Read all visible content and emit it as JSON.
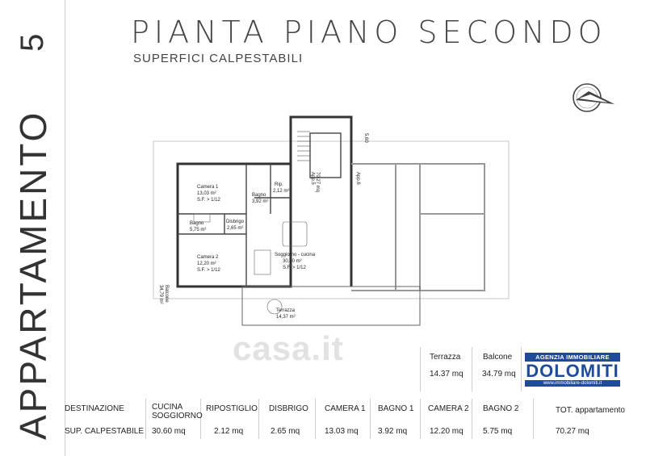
{
  "side": {
    "apartment_number": "5",
    "apartment_label": "APPARTAMENTO"
  },
  "header": {
    "title": "PIANTA PIANO SECONDO",
    "subtitle": "SUPERFICI CALPESTABILI"
  },
  "plan": {
    "rooms": {
      "camera1": {
        "name": "Camera 1",
        "area": "13,03 m²",
        "ratio": "S.F. > 1/12"
      },
      "camera2": {
        "name": "Camera 2",
        "area": "12,20 m²",
        "ratio": "S.F. > 1/12"
      },
      "bagno1": {
        "name": "Bagno",
        "area": "3,92 m²"
      },
      "bagno2": {
        "name": "Bagno",
        "area": "5,75 m²"
      },
      "rip": {
        "name": "Rip.",
        "area": "2,12 m²"
      },
      "disbrigo": {
        "name": "Disbrigo",
        "area": "2,65 m²"
      },
      "soggiorno": {
        "name": "Soggiorno - cucina",
        "area": "30,60 m²",
        "ratio": "S.F. > 1/12"
      },
      "terrazza": {
        "name": "Terrazza",
        "area": "14,37 m²"
      },
      "balcone": {
        "name": "Balcone",
        "area": "34,79 m²"
      },
      "app5": {
        "name": "App.5",
        "area": "70,27 mq"
      },
      "app6": {
        "name": "App.6"
      }
    },
    "stair_height": "5,60"
  },
  "watermark": "casa.it",
  "outdoor": {
    "terrazza_label": "Terrazza",
    "terrazza_value": "14.37 mq",
    "balcone_label": "Balcone",
    "balcone_value": "34.79 mq"
  },
  "agency": {
    "top": "AGENZIA IMMOBILIARE",
    "brand": "DOLOMITI",
    "web": "www.immobiliare-dolomiti.it"
  },
  "table": {
    "row_header_1": "DESTINAZIONE",
    "row_header_2": "SUP. CALPESTABILE",
    "columns": [
      {
        "line1": "CUCINA",
        "line2": "SOGGIORNO",
        "value": "30.60 mq"
      },
      {
        "line1": "RIPOSTIGLIO",
        "line2": "",
        "value": "2.12 mq"
      },
      {
        "line1": "DISBRIGO",
        "line2": "",
        "value": "2.65 mq"
      },
      {
        "line1": "CAMERA 1",
        "line2": "",
        "value": "13.03 mq"
      },
      {
        "line1": "BAGNO 1",
        "line2": "",
        "value": "3.92 mq"
      },
      {
        "line1": "CAMERA 2",
        "line2": "",
        "value": "12.20 mq"
      },
      {
        "line1": "BAGNO 2",
        "line2": "",
        "value": "5.75 mq"
      }
    ],
    "total_label": "TOT. appartamento",
    "total_value": "70.27 mq"
  }
}
